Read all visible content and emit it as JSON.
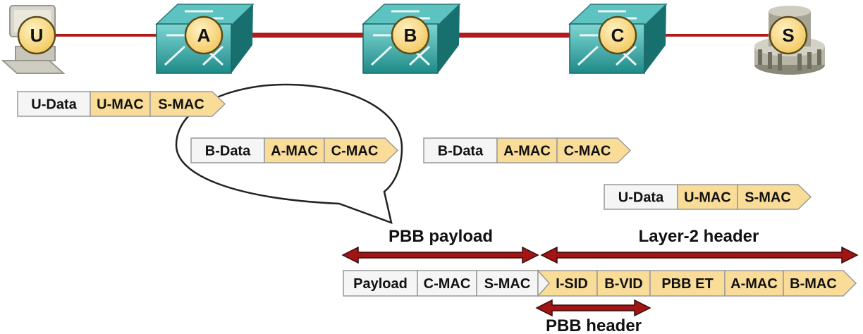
{
  "colors": {
    "link": "#b01c1c",
    "switch_body": "#2a9a98",
    "switch_top": "#5cc3c1",
    "node_circle": "#f7d686",
    "field_yellow": "#f8dc98",
    "field_white": "#f5f5f5",
    "arrow": "#a31515"
  },
  "nodes": [
    {
      "id": "U",
      "label": "U",
      "device": "computer-icon"
    },
    {
      "id": "A",
      "label": "A",
      "device": "switch-icon"
    },
    {
      "id": "B",
      "label": "B",
      "device": "switch-icon"
    },
    {
      "id": "C",
      "label": "C",
      "device": "switch-icon"
    },
    {
      "id": "S",
      "label": "S",
      "device": "server-icon"
    }
  ],
  "frames": {
    "frame1": [
      "U-Data",
      "U-MAC",
      "S-MAC"
    ],
    "frame2": [
      "B-Data",
      "A-MAC",
      "C-MAC"
    ],
    "frame3": [
      "B-Data",
      "A-MAC",
      "C-MAC"
    ],
    "frame4": [
      "U-Data",
      "U-MAC",
      "S-MAC"
    ],
    "frame5": [
      "Payload",
      "C-MAC",
      "S-MAC",
      "I-SID",
      "B-VID",
      "PBB ET",
      "A-MAC",
      "B-MAC"
    ]
  },
  "labels": {
    "pbb_payload": "PBB payload",
    "layer2_header": "Layer-2 header",
    "pbb_header": "PBB header"
  }
}
